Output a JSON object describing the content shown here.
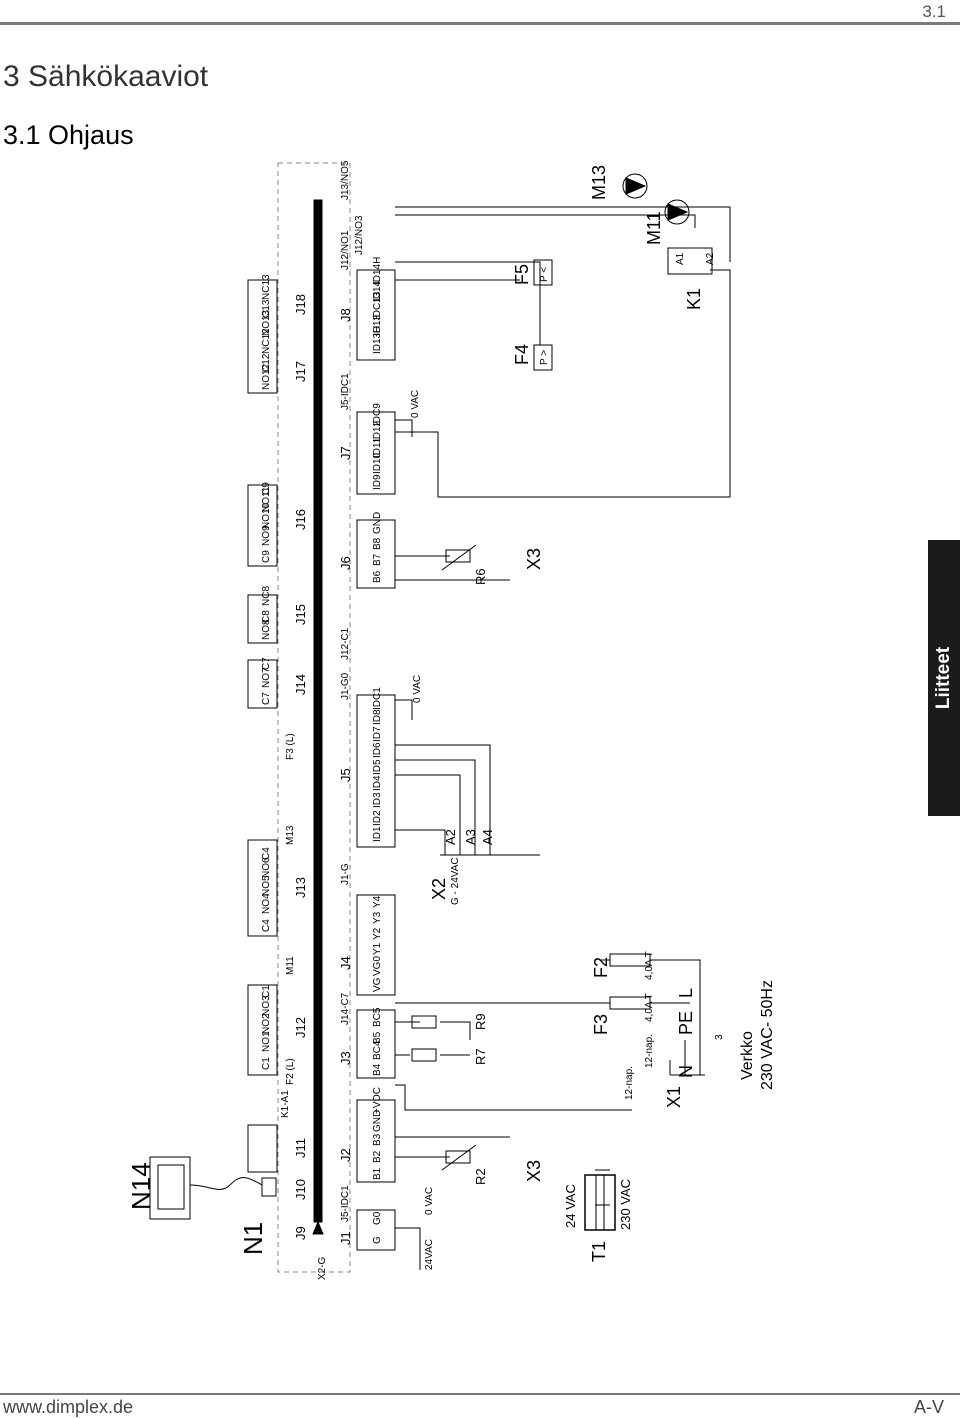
{
  "page": {
    "number": "3.1",
    "footer_left": "www.dimplex.de",
    "footer_right": "A-V",
    "side_tab": "Liitteet"
  },
  "headings": {
    "chapter": "3  Sähkökaaviot",
    "section": "3.1  Ohjaus"
  },
  "controller": {
    "n1": "N1",
    "n14": "N14"
  },
  "connectors_top": [
    "J9",
    "J10",
    "J11",
    "J12",
    "J13",
    "J14",
    "J15",
    "J16",
    "J17",
    "J18"
  ],
  "connectors_bottom": [
    "J1",
    "J2",
    "J3",
    "J4",
    "J5",
    "J6",
    "J7",
    "J8"
  ],
  "relay_terminals": {
    "j12": [
      "C1",
      "NO1",
      "NO2",
      "NO3",
      "C1"
    ],
    "j13": [
      "C4",
      "NO4",
      "NO5",
      "NO6",
      "C4"
    ],
    "j14": [
      "C7",
      "NO7",
      "C7"
    ],
    "j15": [
      "NO8",
      "C8",
      "NC8"
    ],
    "j16": [
      "C9",
      "NO9",
      "NO10",
      "NO11",
      "C9"
    ],
    "j17": [
      "NO12",
      "C12",
      "NC12"
    ],
    "j18": [
      "NO13",
      "C13",
      "NC13"
    ]
  },
  "input_terminals": {
    "j1": [
      "G",
      "G0"
    ],
    "j2": [
      "B1",
      "B2",
      "B3",
      "GND",
      "+VDC"
    ],
    "j3": [
      "B4",
      "BC4",
      "B5",
      "BC5"
    ],
    "j4": [
      "VG",
      "VG0",
      "Y1",
      "Y2",
      "Y3",
      "Y4"
    ],
    "j5": [
      "ID1",
      "ID2",
      "ID3",
      "ID4",
      "ID5",
      "ID6",
      "ID7",
      "ID8",
      "IDC1"
    ],
    "j6": [
      "B6",
      "B7",
      "B8",
      "GND"
    ],
    "j7": [
      "ID9",
      "ID10",
      "ID11",
      "ID12",
      "IDC9"
    ],
    "j8": [
      "ID13H",
      "ID13",
      "IDC13",
      "ID14",
      "ID14H"
    ]
  },
  "labels": {
    "x2g": "X2-G",
    "k1a1": "K1-A1",
    "f2l_top": "F2 (L)",
    "m11_top": "M11",
    "m13_top": "M13",
    "f3l_top": "F3 (L)",
    "j5idc1_left": "J5-IDC1",
    "j14c7": "J14-C7",
    "j1g": "J1-G",
    "j1g0": "J1-G0",
    "j12c1": "J12-C1",
    "j5idc1_right": "J5-IDC1",
    "j12no1": "J12/NO1",
    "j12no3": "J12/NO3",
    "j13no5": "J13/NO5",
    "vac0_1": "0 VAC",
    "vac0_2": "0 VAC",
    "vac0_3": "0 VAC",
    "vac24": "24VAC",
    "x2": "X2",
    "x2_sub": "G - 24VAC",
    "a2": "A2",
    "a3": "A3",
    "a4": "A4",
    "r2": "R2",
    "r6": "R6",
    "r7": "R7",
    "r9": "R9",
    "x3_left": "X3",
    "x3_right": "X3",
    "t1": "T1",
    "t1_secondary": "24 VAC",
    "t1_primary": "230 VAC",
    "x1": "X1",
    "f2": "F2",
    "f3": "F3",
    "f2_rating": "4,0A T",
    "f3_rating": "4,0A T",
    "nap1": "12-nap.",
    "nap2": "12-nap.",
    "n": "N",
    "pe": "PE",
    "l": "L",
    "three": "3",
    "mains_1": "Verkko",
    "mains_2": "230 VAC- 50Hz",
    "f4": "F4",
    "f4_sym": "P >",
    "f5": "F5",
    "f5_sym": "P <",
    "k1": "K1",
    "k1_a1": "A1",
    "k1_a2": "A2",
    "m11": "M11",
    "m13": "M13"
  }
}
